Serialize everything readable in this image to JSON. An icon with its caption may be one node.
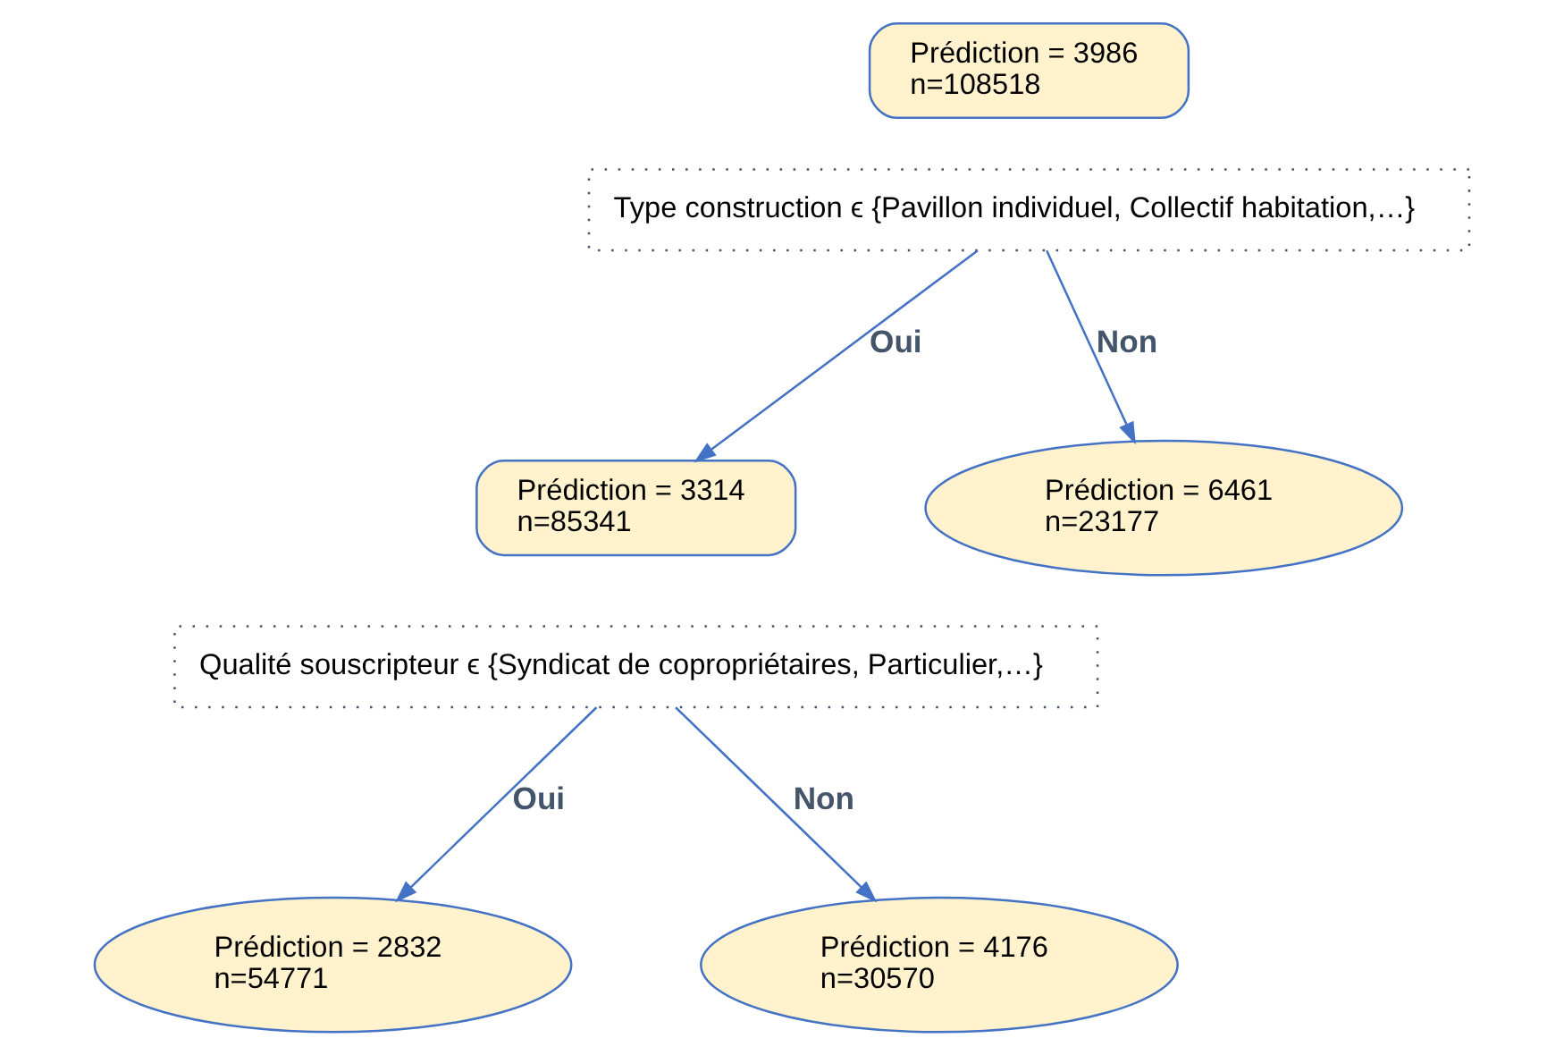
{
  "diagram": {
    "nodes": [
      {
        "text": [
          "Prédiction = 3986",
          "n=108518"
        ]
      },
      {
        "text": [
          "Type construction ϵ {Pavillon individuel, Collectif habitation,…}"
        ]
      },
      {
        "text": [
          "Prédiction = 3314",
          "n=85341"
        ]
      },
      {
        "text": [
          "Prédiction = 6461",
          "n=23177"
        ]
      },
      {
        "text": [
          "Qualité souscripteur ϵ {Syndicat de copropriétaires, Particulier,…}"
        ]
      },
      {
        "text": [
          "Prédiction = 2832",
          "n=54771"
        ]
      },
      {
        "text": [
          "Prédiction = 4176",
          "n=30570"
        ]
      }
    ],
    "edges": [
      {
        "from": 1,
        "to": 2,
        "arrow": "to",
        "label": "Oui"
      },
      {
        "from": 1,
        "to": 3,
        "arrow": "to",
        "label": "Non"
      },
      {
        "from": 4,
        "to": 5,
        "arrow": "to",
        "label": "Oui"
      },
      {
        "from": 4,
        "to": 6,
        "arrow": "to",
        "label": "Non"
      }
    ]
  }
}
